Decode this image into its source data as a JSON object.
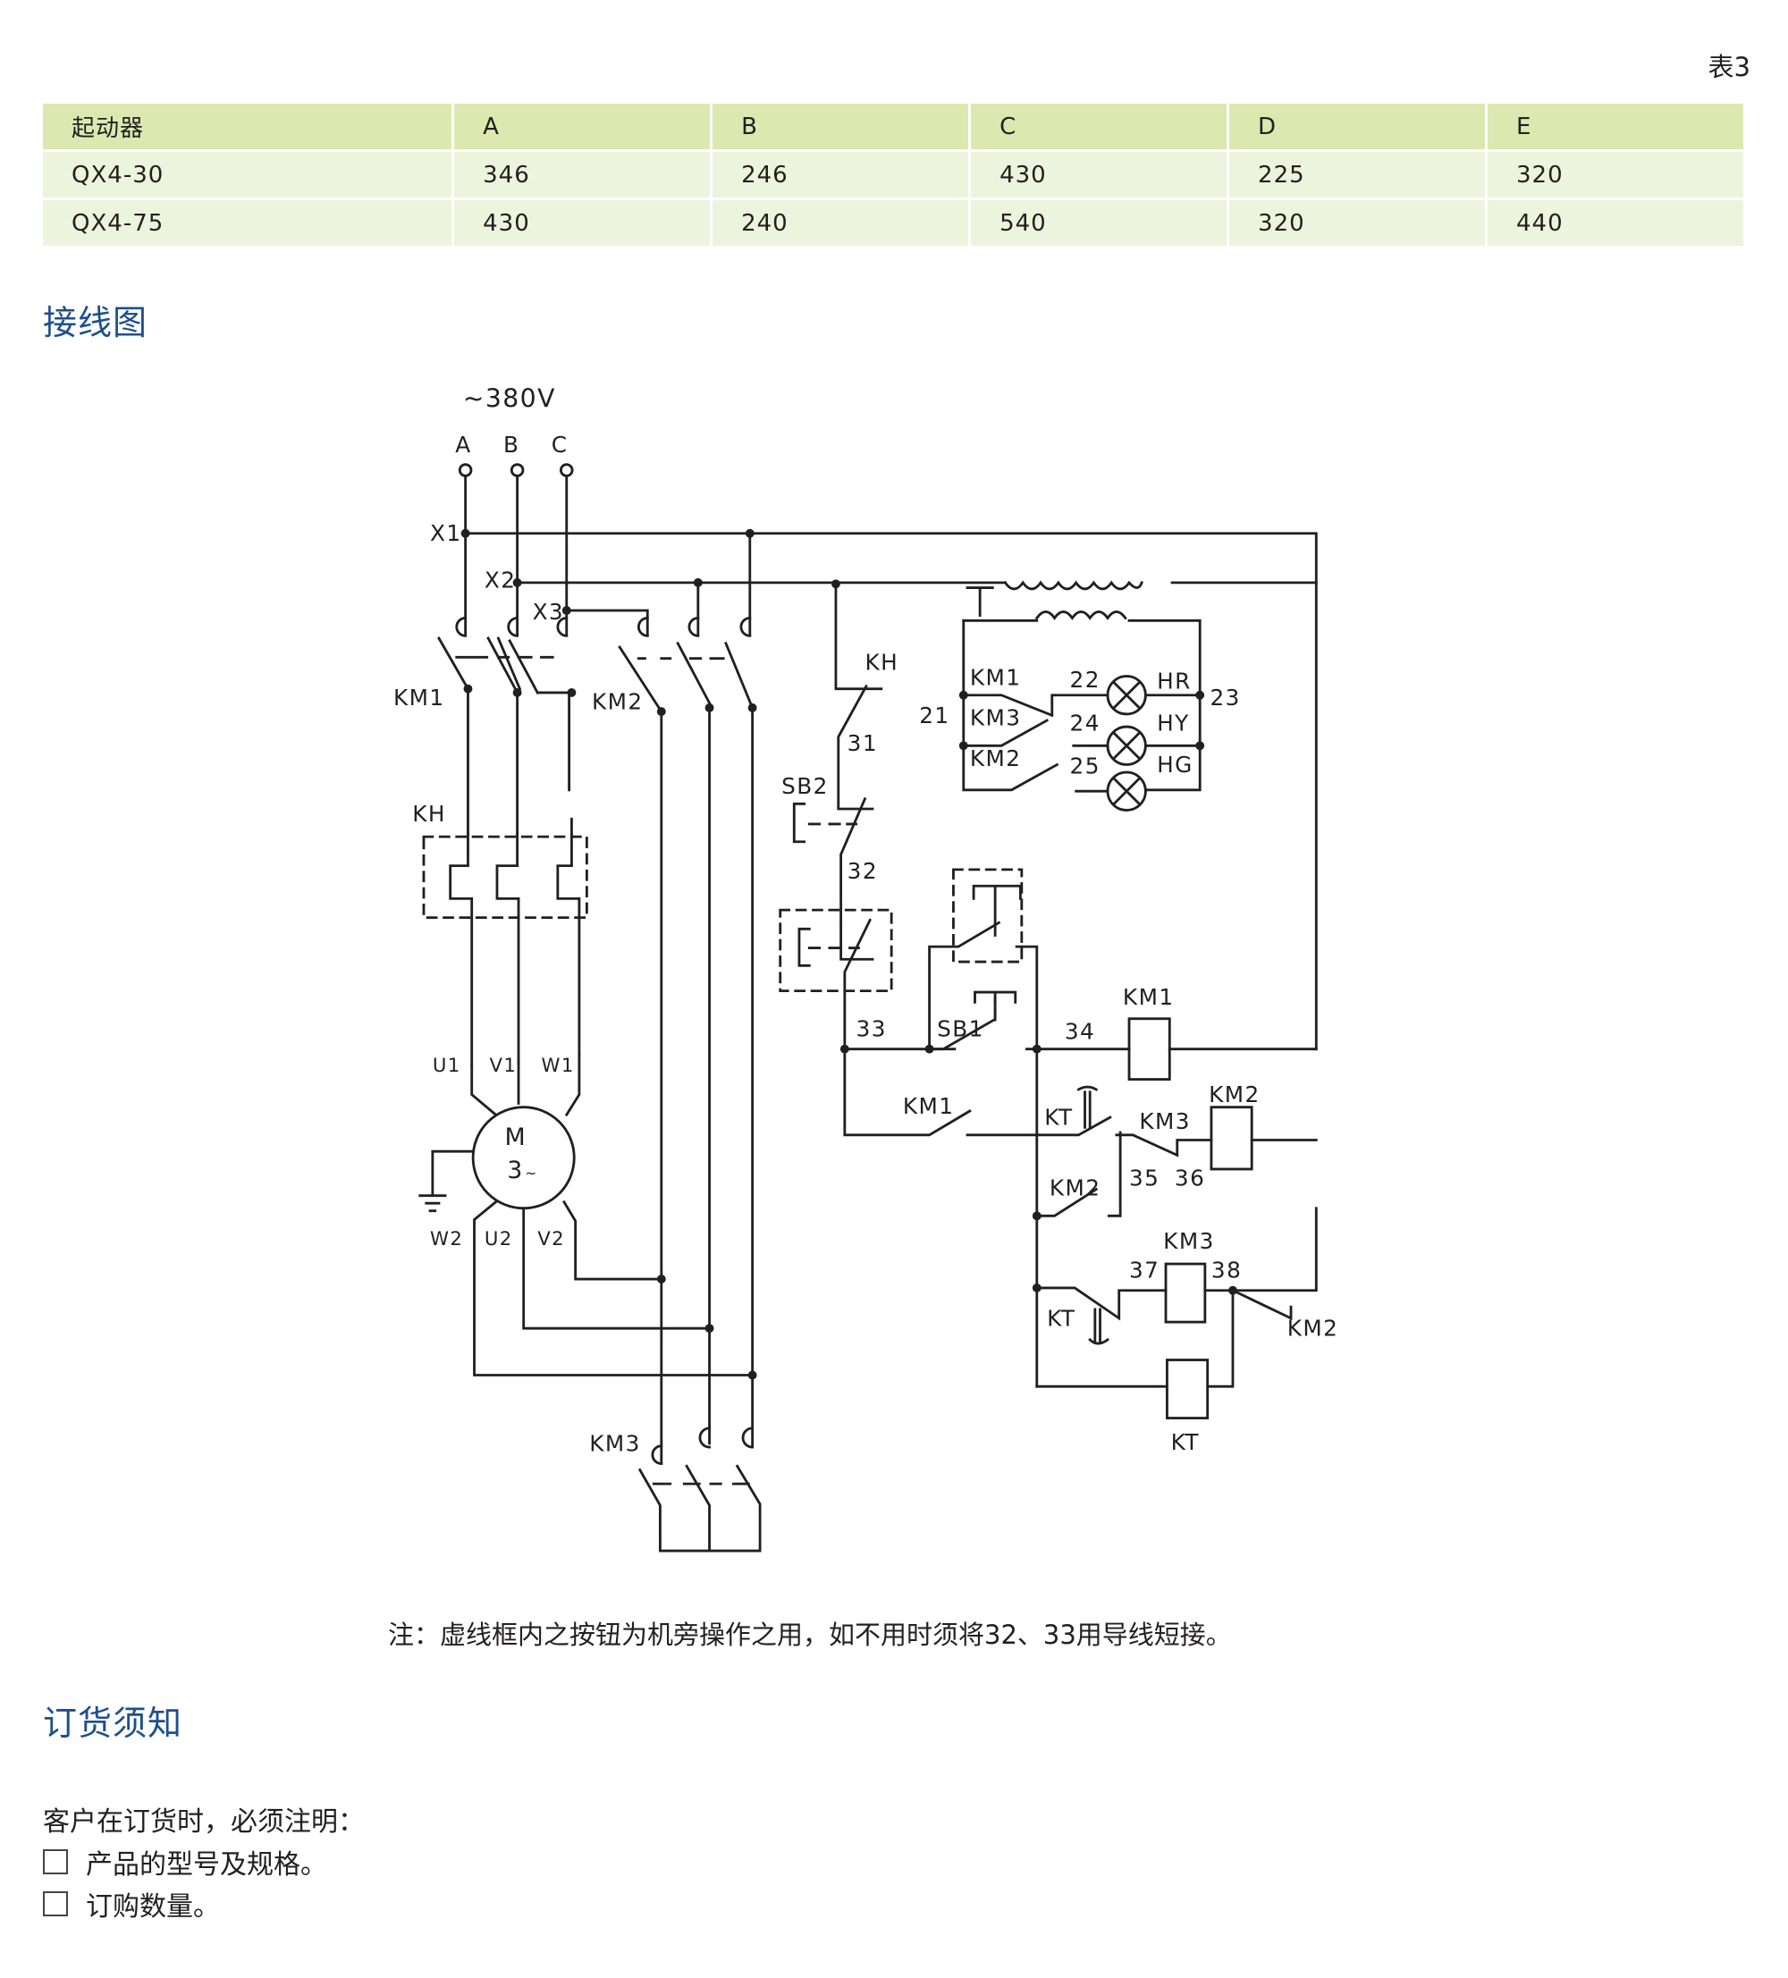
{
  "table_caption": "表3",
  "spec_table": {
    "headers": [
      "起动器",
      "A",
      "B",
      "C",
      "D",
      "E"
    ],
    "rows": [
      [
        "QX4-30",
        "346",
        "246",
        "430",
        "225",
        "320"
      ],
      [
        "QX4-75",
        "430",
        "240",
        "540",
        "320",
        "440"
      ]
    ]
  },
  "colors": {
    "header_bg": "#dce8b0",
    "row_bg": "#edf4dd",
    "section_title": "#1d4f8f",
    "line": "#231f20"
  },
  "wiring": {
    "title": "接线图",
    "supply": "~380V",
    "phases": [
      "A",
      "B",
      "C"
    ],
    "taps": [
      "X1",
      "X2",
      "X3"
    ],
    "labels": {
      "km1": "KM1",
      "km2": "KM2",
      "km3": "KM3",
      "kh": "KH",
      "kt": "KT",
      "sb1": "SB1",
      "sb2": "SB2",
      "u1": "U1",
      "v1": "V1",
      "w1": "W1",
      "u2": "U2",
      "v2": "V2",
      "w2": "W2",
      "motor_m": "M",
      "motor_3": "3",
      "motor_tilde": "~",
      "n21": "21",
      "n22": "22",
      "n23": "23",
      "n24": "24",
      "n25": "25",
      "n31": "31",
      "n32": "32",
      "n33": "33",
      "n34": "34",
      "n35": "35",
      "n36": "36",
      "n37": "37",
      "n38": "38",
      "hr": "HR",
      "hy": "HY",
      "hg": "HG"
    },
    "note": "注：虚线框内之按钮为机旁操作之用，如不用时须将32、33用导线短接。"
  },
  "order": {
    "title": "订货须知",
    "intro": "客户在订货时，必须注明：",
    "items": [
      "产品的型号及规格。",
      "订购数量。"
    ]
  }
}
